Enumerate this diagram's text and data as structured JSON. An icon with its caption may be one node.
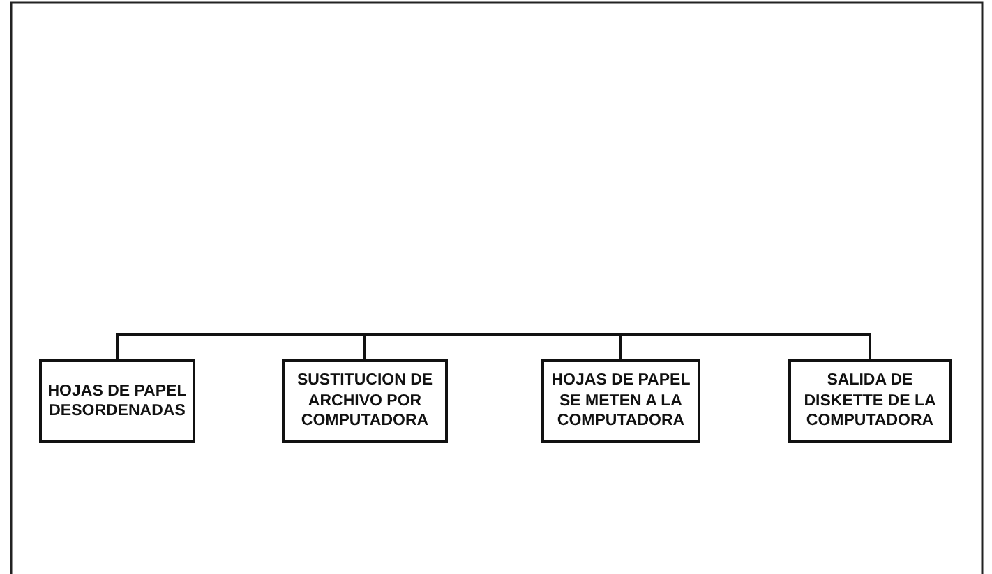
{
  "diagram": {
    "nodes": [
      {
        "text": [
          "HOJAS DE PAPEL DESORDENADAS"
        ]
      },
      {
        "text": [
          "SUSTITUCION DE ARCHIVO POR COMPUTADORA"
        ]
      },
      {
        "text": [
          "HOJAS DE PAPEL SE METEN A LA COMPUTADORA"
        ]
      },
      {
        "text": [
          "SALIDA DE DISKETTE DE LA COMPUTADORA"
        ]
      }
    ],
    "edges": [
      {
        "from": 0,
        "to": 1,
        "arrow": "none"
      },
      {
        "from": 1,
        "to": 2,
        "arrow": "none"
      },
      {
        "from": 2,
        "to": 3,
        "arrow": "none"
      }
    ]
  }
}
